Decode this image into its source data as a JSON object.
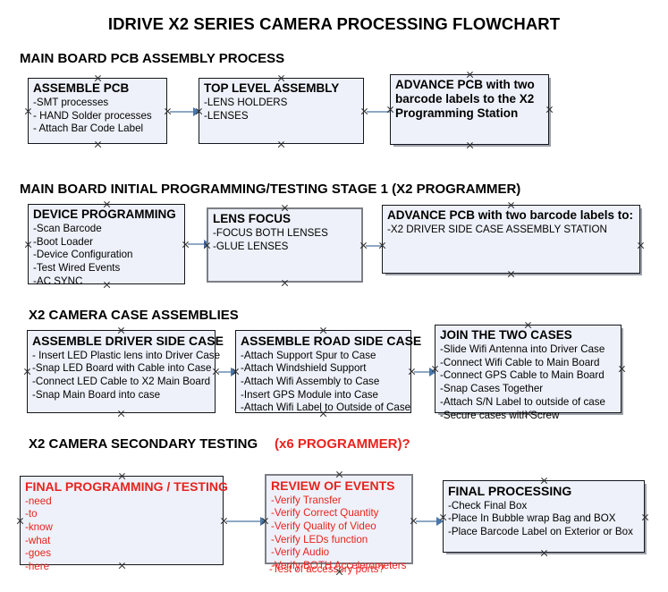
{
  "title": "IDRIVE X2  SERIES CAMERA PROCESSING FLOWCHART",
  "sections": [
    {
      "heading": "MAIN BOARD PCB ASSEMBLY PROCESS",
      "heading_suffix": "",
      "boxes": [
        {
          "header": "ASSEMBLE PCB",
          "lines": [
            "-SMT processes",
            "- HAND Solder processes",
            "- Attach Bar Code Label"
          ]
        },
        {
          "header": "TOP LEVEL ASSEMBLY",
          "lines": [
            "-LENS HOLDERS",
            "-LENSES"
          ]
        },
        {
          "header": "ADVANCE PCB with two barcode labels to the  X2 Programming Station",
          "lines": []
        }
      ]
    },
    {
      "heading": "MAIN BOARD INITIAL PROGRAMMING/TESTING STAGE 1 (X2 PROGRAMMER)",
      "heading_suffix": "",
      "boxes": [
        {
          "header": "DEVICE PROGRAMMING",
          "lines": [
            "-Scan Barcode",
            "-Boot Loader",
            "-Device Configuration",
            "-Test Wired Events",
            "-AC SYNC"
          ]
        },
        {
          "header": "LENS FOCUS",
          "lines": [
            "-FOCUS BOTH LENSES",
            "-GLUE LENSES"
          ]
        },
        {
          "header": "ADVANCE PCB with two barcode labels to:",
          "lines": [
            "-X2 DRIVER  SIDE  CASE  ASSEMBLY STATION"
          ]
        }
      ]
    },
    {
      "heading": "X2 CAMERA CASE ASSEMBLIES",
      "heading_suffix": "",
      "boxes": [
        {
          "header": "ASSEMBLE DRIVER SIDE CASE",
          "lines": [
            "- Insert LED Plastic lens into Driver Case",
            "-Snap LED Board with Cable into Case",
            "-Connect LED Cable to X2 Main Board",
            "-Snap Main Board into case"
          ]
        },
        {
          "header": "ASSEMBLE ROAD SIDE CASE",
          "lines": [
            "-Attach Support Spur to Case",
            "-Attach Windshield Support",
            "-Attach Wifi Assembly to Case",
            "-Insert GPS Module into Case",
            "-Attach Wifi Label to Outside of Case"
          ]
        },
        {
          "header": "JOIN THE TWO CASES",
          "lines": [
            "-Slide Wifi Antenna into Driver Case",
            "-Connect Wifi Cable to Main Board",
            "-Connect GPS Cable to Main Board",
            "-Snap Cases Together",
            "-Attach S/N Label to outside of case",
            "-Secure cases with Screw"
          ]
        }
      ]
    },
    {
      "heading": "X2 CAMERA SECONDARY TESTING",
      "heading_suffix": "(x6 PROGRAMMER)?",
      "boxes": [
        {
          "header": "FINAL PROGRAMMING / TESTING",
          "lines": [
            "-need",
            "-to",
            "-know",
            "-what",
            "-goes",
            "-here"
          ]
        },
        {
          "header": "REVIEW OF EVENTS",
          "lines": [
            "-Verify Transfer",
            "-Verify Correct Quantity",
            "-Verify Quality of Video",
            "-Verify LEDs function",
            "-Verify Audio",
            "-Verify BOTH Accelerometers"
          ],
          "overflow_line": "-Test of accessory ports?"
        },
        {
          "header": "FINAL PROCESSING",
          "lines": [
            " -Check Final Box",
            "-Place In Bubble wrap Bag and BOX",
            "-Place Barcode Label on Exterior or Box"
          ]
        }
      ]
    }
  ],
  "colors": {
    "box_fill": "#eef1f9",
    "box_border": "#13161c",
    "gray_border": "#7c7f86",
    "connector": "#8fa8c4",
    "arrowhead": "#4a77ab",
    "accent_red": "#e8231e",
    "text": "#000000"
  }
}
